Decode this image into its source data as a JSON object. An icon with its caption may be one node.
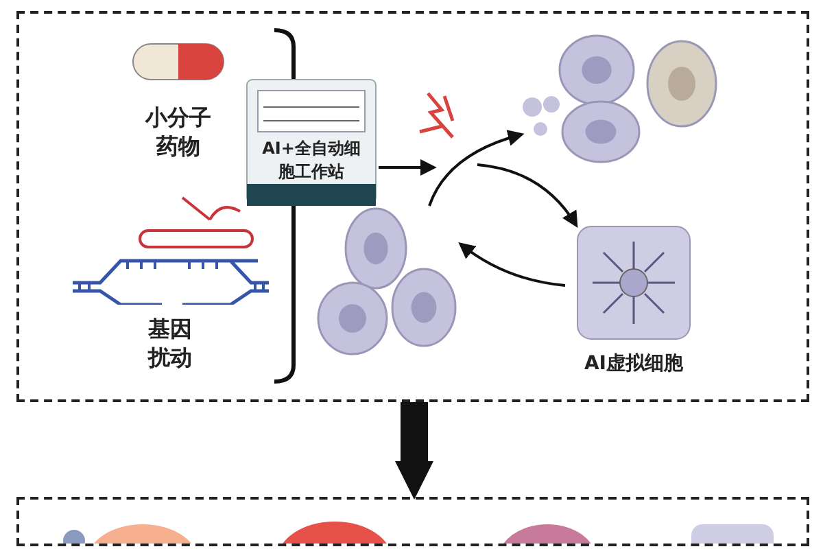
{
  "diagram": {
    "nodes": [
      {
        "text": [],
        "shape": "box"
      },
      {
        "text": [
          "小分子药物"
        ],
        "in": 0
      },
      {
        "text": [
          "基因扰动"
        ],
        "in": 0
      },
      {
        "text": [
          "AI+全自动细胞工作站"
        ],
        "in": 0
      },
      {
        "text": [],
        "shape": "picture",
        "in": 0
      },
      {
        "text": [],
        "shape": "picture",
        "in": 0
      },
      {
        "text": [
          "AI虚拟细胞"
        ],
        "in": 0
      },
      {
        "text": [],
        "shape": "box"
      }
    ],
    "edges": [
      {
        "from": 3,
        "to": null,
        "arrow": "to"
      },
      {
        "from": 4,
        "to": 5,
        "arrow": "to"
      },
      {
        "from": null,
        "to": 6,
        "arrow": "to"
      },
      {
        "from": 6,
        "to": 4,
        "arrow": "to"
      },
      {
        "from": 0,
        "to": 7,
        "arrow": "to",
        "style": "thick"
      }
    ]
  }
}
